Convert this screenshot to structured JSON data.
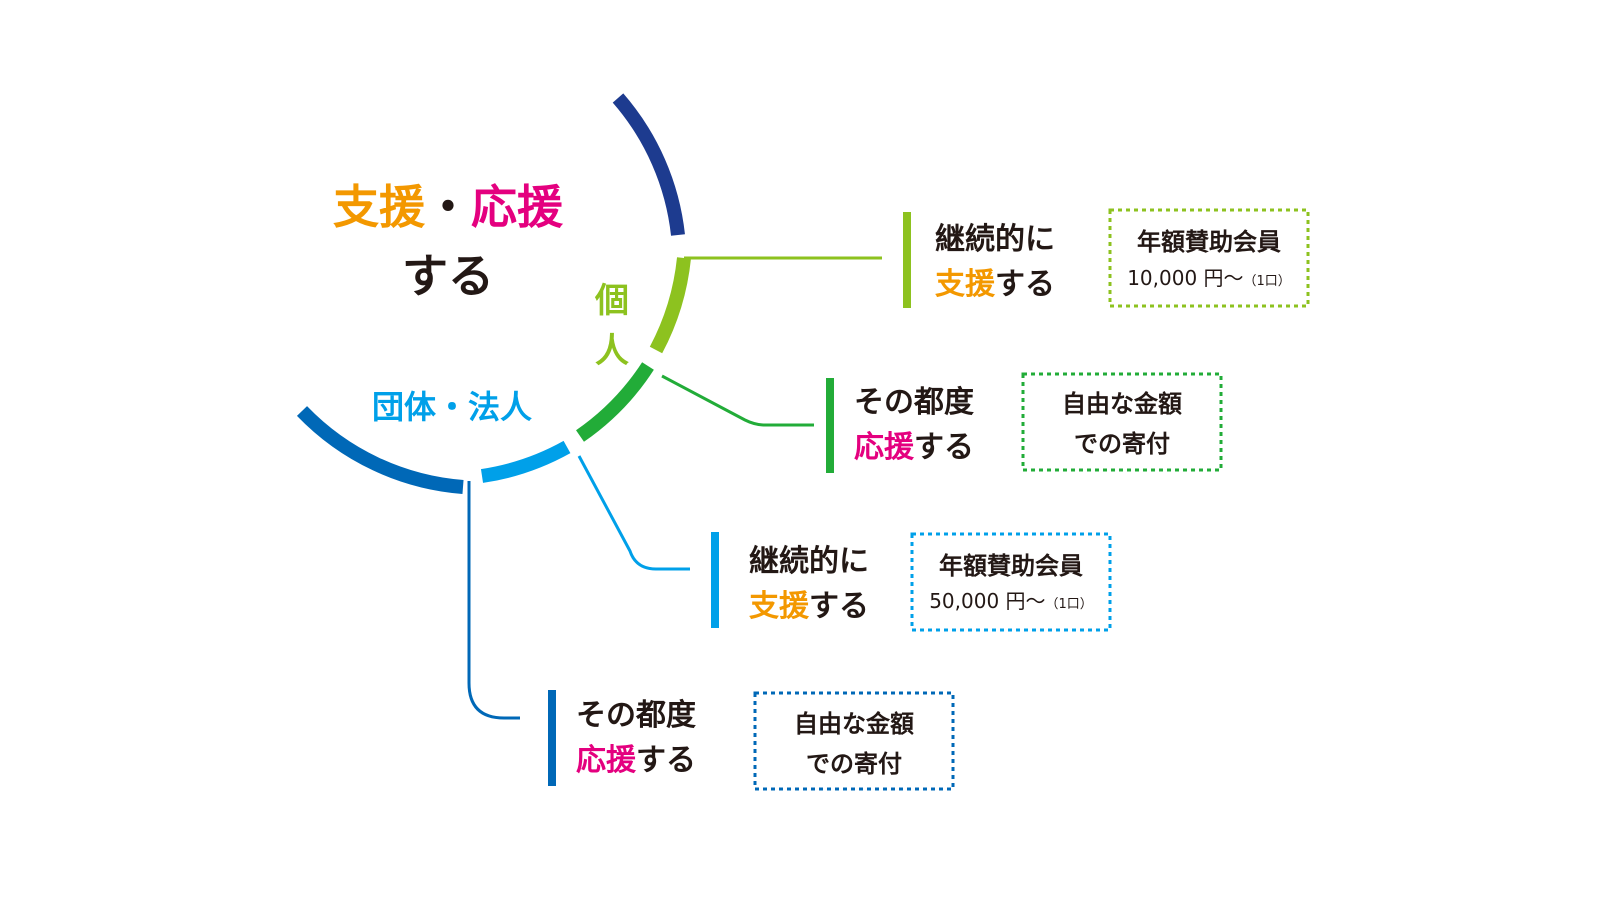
{
  "title": {
    "line1_part1": "支援",
    "line1_sep": "・",
    "line1_part2": "応援",
    "line2": "する"
  },
  "segments": {
    "individual": "個人",
    "group": "団体・法人"
  },
  "branches": [
    {
      "id": "individual-continuous",
      "line1": "継続的に",
      "line2_highlight": "支援",
      "line2_rest": "する",
      "box_line1": "年額賛助会員",
      "box_line2_amount": "10,000 円〜",
      "box_line2_unit": "（1口）"
    },
    {
      "id": "individual-occasional",
      "line1": "その都度",
      "line2_highlight": "応援",
      "line2_rest": "する",
      "box_line1": "自由な金額",
      "box_line2": "での寄付"
    },
    {
      "id": "group-continuous",
      "line1": "継続的に",
      "line2_highlight": "支援",
      "line2_rest": "する",
      "box_line1": "年額賛助会員",
      "box_line2_amount": "50,000 円〜",
      "box_line2_unit": "（1口）"
    },
    {
      "id": "group-occasional",
      "line1": "その都度",
      "line2_highlight": "応援",
      "line2_rest": "する",
      "box_line1": "自由な金額",
      "box_line2": "での寄付"
    }
  ],
  "colors": {
    "support_orange": "#F39800",
    "cheer_magenta": "#E4007F",
    "text_dark": "#231815",
    "navy": "#1D3B8F",
    "lime": "#8DC21F",
    "green": "#22AC38",
    "sky": "#00A0E9",
    "blue": "#0068B7"
  }
}
